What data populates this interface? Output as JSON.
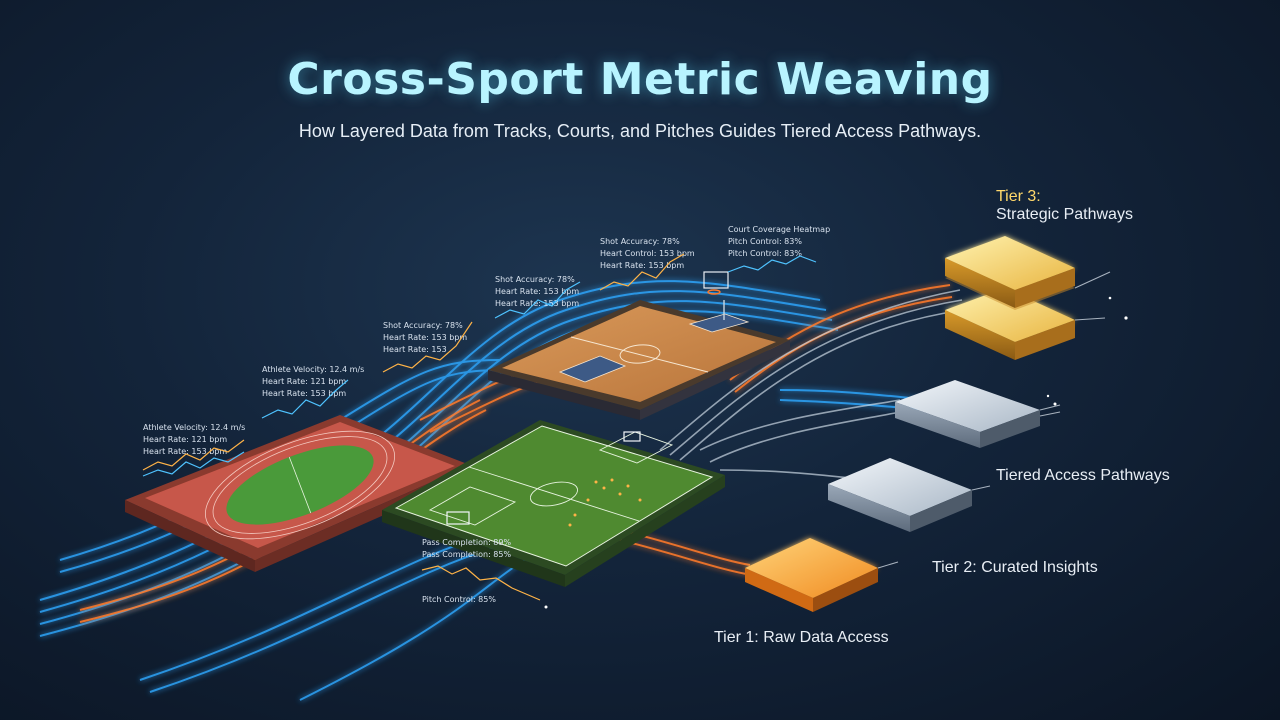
{
  "header": {
    "title": "Cross-Sport Metric Weaving",
    "subtitle": "How Layered Data from Tracks, Courts, and Pitches Guides Tiered Access Pathways."
  },
  "metric_panels": [
    {
      "lines": [
        "Athlete Velocity: 12.4 m/s",
        "Heart Rate: 121 bpm",
        "Heart Rate: 153 bpm"
      ]
    },
    {
      "lines": [
        "Athlete Velocity: 12.4 m/s",
        "Heart Rate: 121 bpm",
        "Heart Rate: 153 bpm"
      ]
    },
    {
      "lines": [
        "Shot Accuracy: 78%",
        "Heart Rate: 153 bpm",
        "Heart Rate: 153"
      ]
    },
    {
      "lines": [
        "Shot Accuracy: 78%",
        "Heart Rate: 153 bpm",
        "Heart Rate: 153 bpm"
      ]
    },
    {
      "lines": [
        "Shot Accuracy: 78%",
        "Heart Control: 153 bpm",
        "Heart Rate: 153 bpm"
      ]
    },
    {
      "lines": [
        "Court Coverage Heatmap",
        "Pitch Control: 83%",
        "Pitch Control: 83%"
      ]
    },
    {
      "lines": [
        "Pass Completion: 89%",
        "Pass Completion: 85%",
        "Pitch Control: 85%"
      ]
    }
  ],
  "tiers": {
    "tier3_a": "Tier 3:",
    "tier3_b": "Strategic Pathways",
    "middle": "Tiered Access Pathways",
    "tier2": "Tier 2: Curated Insights",
    "tier1": "Tier 1: Raw Data Access"
  },
  "colors": {
    "background": "#13243a",
    "title": "#b8f4ff",
    "stream_blue": "#2fa8ff",
    "stream_orange": "#ff7a2a",
    "stream_silver": "#c9d6e2",
    "tier_gold": "#ffd86b"
  }
}
